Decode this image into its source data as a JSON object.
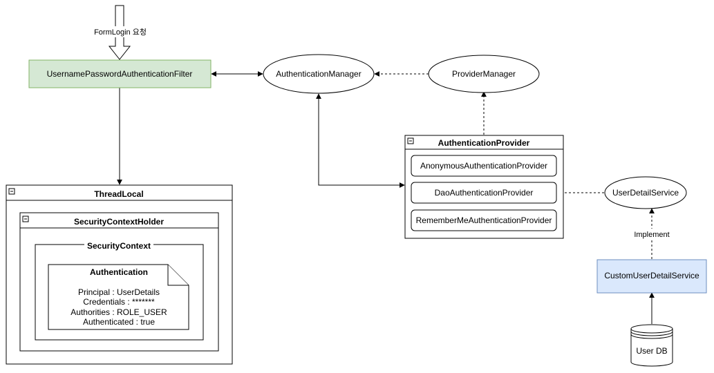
{
  "labels": {
    "formlogin": "FormLogin 요청",
    "filter": "UsernamePasswordAuthenticationFilter",
    "auth_manager": "AuthenticationManager",
    "provider_manager": "ProviderManager",
    "auth_provider_title": "AuthenticationProvider",
    "providers": [
      "AnonymousAuthenticationProvider",
      "DaoAuthenticationProvider",
      "RememberMeAuthenticationProvider"
    ],
    "user_detail_service": "UserDetailService",
    "implement": "Implement",
    "custom_service": "CustomUserDetailService",
    "user_db": "User DB",
    "thread_local": "ThreadLocal",
    "security_context_holder": "SecurityContextHolder",
    "security_context": "SecurityContext",
    "authentication_title": "Authentication",
    "authentication_lines": [
      "Principal : UserDetails",
      "Credentials : *******",
      "Authorities : ROLE_USER",
      "Authenticated : true"
    ]
  },
  "colors": {
    "stroke": "#000000",
    "filter_fill": "#d5e8d4",
    "filter_stroke": "#82b366",
    "custom_fill": "#dae8fc",
    "custom_stroke": "#6c8ebf",
    "background": "#ffffff"
  }
}
